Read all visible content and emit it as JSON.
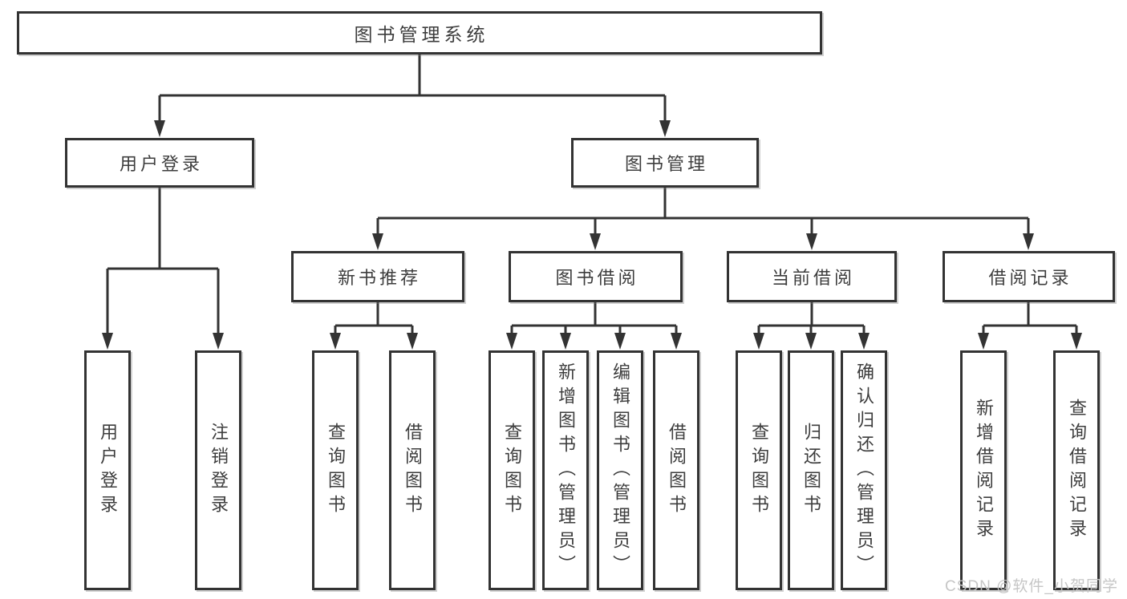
{
  "nodes": {
    "root": {
      "label": "图书管理系统"
    },
    "level2": [
      {
        "label": "用户登录"
      },
      {
        "label": "图书管理"
      }
    ],
    "level3": [
      {
        "label": "新书推荐"
      },
      {
        "label": "图书借阅"
      },
      {
        "label": "当前借阅"
      },
      {
        "label": "借阅记录"
      }
    ],
    "leaves": [
      {
        "label": "用户登录"
      },
      {
        "label": "注销登录"
      },
      {
        "label": "查询图书"
      },
      {
        "label": "借阅图书"
      },
      {
        "label": "查询图书"
      },
      {
        "label": "新增图书（管理员）"
      },
      {
        "label": "编辑图书（管理员）"
      },
      {
        "label": "借阅图书"
      },
      {
        "label": "查询图书"
      },
      {
        "label": "归还图书"
      },
      {
        "label": "确认归还（管理员）"
      },
      {
        "label": "新增借阅记录"
      },
      {
        "label": "查询借阅记录"
      }
    ]
  },
  "watermark": {
    "text": "CSDN @软件_小贺同学"
  },
  "colors": {
    "line": "#333333",
    "text": "#3d3d3d",
    "box_background": "#ffffff",
    "watermark": "#c3c3c3"
  }
}
